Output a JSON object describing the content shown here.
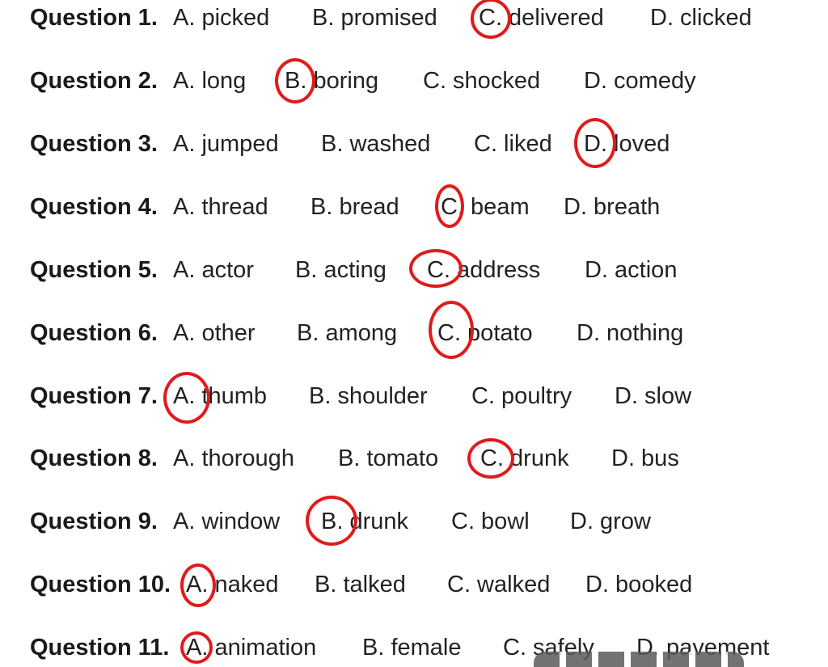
{
  "questions": [
    {
      "label": "Question 1.",
      "options": [
        "A. picked",
        "B. promised",
        "C. delivered",
        "D. clicked"
      ],
      "circled": "C"
    },
    {
      "label": "Question 2.",
      "options": [
        "A. long",
        "B. boring",
        "C. shocked",
        "D. comedy"
      ],
      "circled": "B"
    },
    {
      "label": "Question 3.",
      "options": [
        "A. jumped",
        "B. washed",
        "C. liked",
        "D. loved"
      ],
      "circled": "D"
    },
    {
      "label": "Question 4.",
      "options": [
        "A. thread",
        "B. bread",
        "C. beam",
        "D. breath"
      ],
      "circled": "C"
    },
    {
      "label": "Question 5.",
      "options": [
        "A. actor",
        "B. acting",
        "C. address",
        "D. action"
      ],
      "circled": "C"
    },
    {
      "label": "Question 6.",
      "options": [
        "A. other",
        "B. among",
        "C. potato",
        "D. nothing"
      ],
      "circled": "C"
    },
    {
      "label": "Question 7.",
      "options": [
        "A. thumb",
        "B. shoulder",
        "C. poultry",
        "D. slow"
      ],
      "circled": "A"
    },
    {
      "label": "Question 8.",
      "options": [
        "A. thorough",
        "B. tomato",
        "C. drunk",
        "D. bus"
      ],
      "circled": "C"
    },
    {
      "label": "Question 9.",
      "options": [
        "A. window",
        "B. drunk",
        "C. bowl",
        "D. grow"
      ],
      "circled": "B"
    },
    {
      "label": "Question 10.",
      "options": [
        "A. naked",
        "B. talked",
        "C. walked",
        "D. booked"
      ],
      "circled": "A"
    },
    {
      "label": "Question 11.",
      "options": [
        "A. animation",
        "B. female",
        "C. safely",
        "D. pavement"
      ],
      "circled": "A"
    }
  ],
  "colors": {
    "circle": "#e01b1b",
    "text": "#1a1a1a"
  }
}
